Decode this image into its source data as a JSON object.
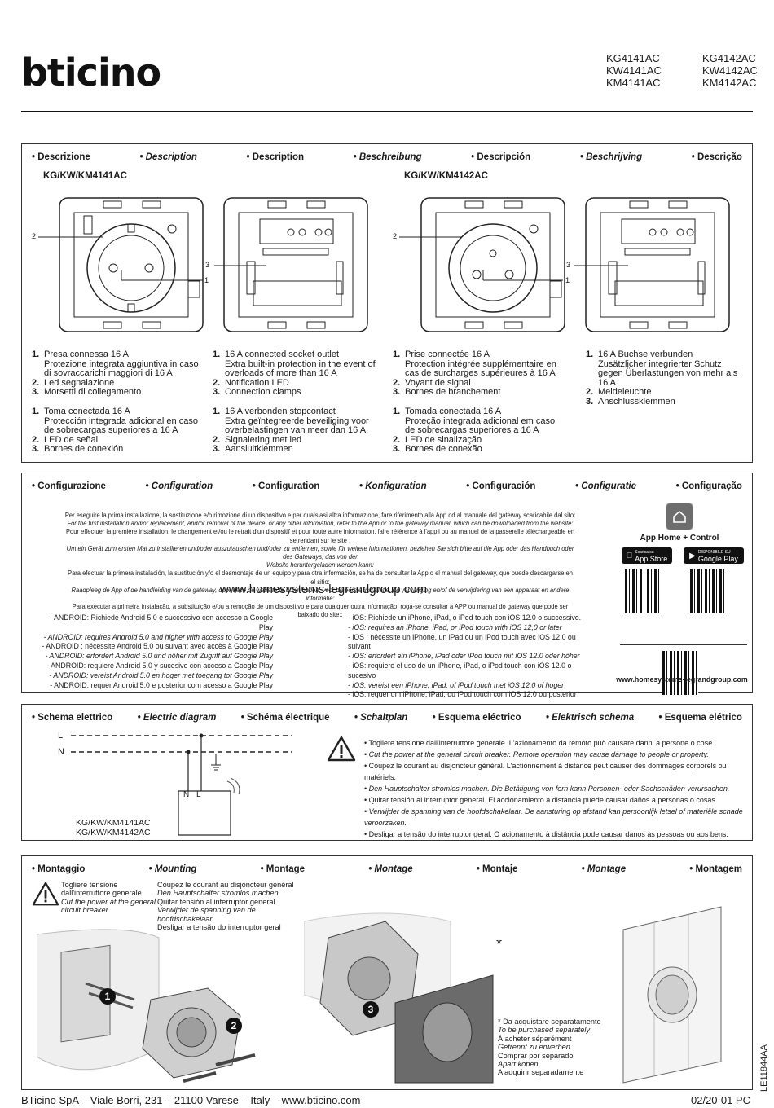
{
  "brand": "bticino",
  "codes": {
    "col1": [
      "KG4141AC",
      "KW4141AC",
      "KM4141AC"
    ],
    "col2": [
      "KG4142AC",
      "KW4142AC",
      "KM4142AC"
    ]
  },
  "description": {
    "langs": [
      "• Descrizione",
      "• Description",
      "• Description",
      "• Beschreibung",
      "• Descripción",
      "• Beschrijving",
      "• Descrição"
    ],
    "product_a": "KG/KW/KM4141AC",
    "product_b": "KG/KW/KM4142AC",
    "callouts": [
      "1",
      "2",
      "3"
    ],
    "lists": [
      [
        {
          "n": "1.",
          "t": "Presa connessa 16 A\nProtezione integrata aggiuntiva in caso di sovraccarichi maggiori di 16 A"
        },
        {
          "n": "2.",
          "t": "Led segnalazione"
        },
        {
          "n": "3.",
          "t": "Morsetti di collegamento"
        }
      ],
      [
        {
          "n": "1.",
          "t": "16 A connected socket outlet\nExtra built-in protection in the event of overloads of more than 16 A"
        },
        {
          "n": "2.",
          "t": "Notification LED"
        },
        {
          "n": "3.",
          "t": "Connection clamps"
        }
      ],
      [
        {
          "n": "1.",
          "t": "Prise connectée 16 A\nProtection intégrée supplémentaire en cas de surcharges supérieures à 16 A"
        },
        {
          "n": "2.",
          "t": "Voyant de signal"
        },
        {
          "n": "3.",
          "t": "Bornes de branchement"
        }
      ],
      [
        {
          "n": "1.",
          "t": "16 A Buchse verbunden\nZusätzlicher integrierter Schutz gegen Überlastungen von mehr als 16 A"
        },
        {
          "n": "2.",
          "t": "Meldeleuchte"
        },
        {
          "n": "3.",
          "t": "Anschlussklemmen"
        }
      ],
      [
        {
          "n": "1.",
          "t": "Toma conectada 16 A\nProtección integrada adicional  en caso de sobrecargas superiores a 16 A"
        },
        {
          "n": "2.",
          "t": "LED de señal"
        },
        {
          "n": "3.",
          "t": "Bornes de conexión"
        }
      ],
      [
        {
          "n": "1.",
          "t": "16 A verbonden stopcontact\nExtra geïntegreerde beveiliging voor overbelastingen van meer dan 16 A."
        },
        {
          "n": "2.",
          "t": "Signalering met led"
        },
        {
          "n": "3.",
          "t": "Aansluitklemmen"
        }
      ],
      [
        {
          "n": "1.",
          "t": "Tomada conectada 16 A\nProteção integrada adicional em caso de sobrecargas superiores a 16 A"
        },
        {
          "n": "2.",
          "t": "LED de sinalização"
        },
        {
          "n": "3.",
          "t": "Bornes de conexão"
        }
      ]
    ]
  },
  "configuration": {
    "langs": [
      "• Configurazione",
      "• Configuration",
      "• Configuration",
      "• Konfiguration",
      "• Configuración",
      "• Configuratie",
      "• Configuração"
    ],
    "lines": [
      {
        "t": "Per eseguire la prima installazione, la sostituzione e/o rimozione di un dispositivo e per qualsiasi altra informazione, fare riferimento alla App od al manuale del gateway scaricabile dal sito:",
        "i": false
      },
      {
        "t": "For the first installation and/or replacement, and/or removal of the device, or any other information, refer to the App or to the gateway manual, which can be downloaded from the website:",
        "i": true
      },
      {
        "t": "Pour effectuer la première installation, le changement et/ou le retrait d'un dispositif et pour toute autre information, faire référence à l'appli ou au manuel de la passerelle téléchargeable en se rendant sur le site :",
        "i": false
      },
      {
        "t": "Um ein Gerät zum ersten Mal zu installieren und/oder auszutauschen und/oder zu entfernen, sowie für weitere Informationen, beziehen Sie sich bitte auf die App oder das Handbuch oder des Gateways, das von der",
        "i": true
      },
      {
        "t": "Website heruntergeladen werden kann:",
        "i": true
      },
      {
        "t": "Para efectuar la primera instalación, la sustitución y/o el desmontaje de un equipo y para otra información, se ha de consultar la App o el manual del gateway, que puede descargarse en el sitio:",
        "i": false
      },
      {
        "t": "Raadpleeg de App of de handleiding van de gateway, door deze de website te downloaden, voor de eerste installatie, de vervanging en/of de verwijdering van een apparaat en andere informatie:",
        "i": true
      },
      {
        "t": "Para executar a primeira instalação, a substituição e/ou a remoção de um dispositivo e para qualquer outra informação, roga-se consultar a APP ou manual do gateway que pode ser baixado do site::",
        "i": false
      }
    ],
    "url": "www.homesystems-legrandgroup.com",
    "android": [
      {
        "t": "- ANDROID: Richiede Android 5.0 e successivo con accesso a Google Play",
        "i": false
      },
      {
        "t": "- ANDROID: requires Android 5.0 and higher with access to Google Play",
        "i": true
      },
      {
        "t": "- ANDROID : nécessite Android 5.0 ou suivant avec accès à Google Play",
        "i": false
      },
      {
        "t": "- ANDROID: erfordert Android 5.0 und höher mit Zugriff auf Google Play",
        "i": true
      },
      {
        "t": "- ANDROID: requiere Android 5.0 y sucesivo con acceso a Google Play",
        "i": false
      },
      {
        "t": "- ANDROID: vereist Android 5.0 en hoger met toegang tot Google Play",
        "i": true
      },
      {
        "t": "- ANDROID: requer Android 5.0 e posterior com acesso a Google Play",
        "i": false
      }
    ],
    "ios": [
      {
        "t": "- iOS: Richiede un iPhone, iPad, o iPod touch con iOS 12.0 o successivo.",
        "i": false
      },
      {
        "t": "- iOS: requires an iPhone, iPad, or iPod touch with iOS 12,0 or later",
        "i": true
      },
      {
        "t": "- iOS : nécessite un iPhone, un iPad ou un iPod touch avec iOS 12.0 ou suivant",
        "i": false
      },
      {
        "t": "- iOS: erfordert ein iPhone, iPad oder iPod touch mit iOS 12.0 oder höher",
        "i": true
      },
      {
        "t": "- iOS: requiere el uso de un iPhone, iPad, o iPod touch con iOS 12.0 o sucesivo",
        "i": false
      },
      {
        "t": "- iOS: vereist een iPhone, iPad, of iPod touch met iOS 12.0 of hoger",
        "i": true
      },
      {
        "t": "- iOS: requer um iPhone, iPad, ou iPod touch com iOS 12.0 ou posterior",
        "i": false
      }
    ],
    "app_name": "App Home + Control",
    "appstore_small": "Scarica su",
    "appstore": "App Store",
    "gplay_small": "DISPONIBILE SU",
    "gplay": "Google Play",
    "url_small": "www.homesystems-legrandgroup.com"
  },
  "diagram": {
    "langs": [
      "• Schema elettrico",
      "• Electric diagram",
      "• Schéma électrique",
      "• Schaltplan",
      "• Esquema eléctrico",
      "• Elektrisch schema",
      "• Esquema elétrico"
    ],
    "L": "L",
    "N": "N",
    "box_n": "N",
    "box_l": "L",
    "model1": "KG/KW/KM4141AC",
    "model2": "KG/KW/KM4142AC",
    "warnings": [
      {
        "t": "• Togliere tensione dall'interruttore generale. L'azionamento da remoto può causare danni a persone o cose.",
        "i": false
      },
      {
        "t": "• Cut the power at the general circuit breaker. Remote operation may cause damage to people or property.",
        "i": true
      },
      {
        "t": "• Coupez le courant au disjoncteur général. L'actionnement à distance peut causer des dommages corporels ou matériels.",
        "i": false
      },
      {
        "t": "• Den Hauptschalter stromlos machen. Die Betätigung von fern kann Personen- oder Sachschäden verursachen.",
        "i": true
      },
      {
        "t": "• Quitar tensión al interruptor general. El accionamiento a distancia puede causar daños a personas o cosas.",
        "i": false
      },
      {
        "t": "• Verwijder de spanning van de hoofdschakelaar. De aansturing op afstand kan persoonlijk letsel of materiële schade veroorzaken.",
        "i": true
      },
      {
        "t": "• Desligar a tensão do interruptor geral. O acionamento à distância pode causar danos às pessoas ou aos bens.",
        "i": false
      }
    ]
  },
  "mounting": {
    "langs": [
      "• Montaggio",
      "• Mounting",
      "• Montage",
      "• Montage",
      "• Montaje",
      "• Montage",
      "• Montagem"
    ],
    "warn_left": [
      {
        "t": "Togliere tensione",
        "i": false
      },
      {
        "t": "dall'interruttore generale",
        "i": false
      },
      {
        "t": "Cut the power at the general",
        "i": true
      },
      {
        "t": "circuit breaker",
        "i": true
      }
    ],
    "warn_right": [
      {
        "t": "Coupez le courant au disjoncteur général",
        "i": false
      },
      {
        "t": "Den Hauptschalter stromlos machen",
        "i": true
      },
      {
        "t": "Quitar tensión al interruptor general",
        "i": false
      },
      {
        "t": "Verwijder de spanning van de",
        "i": true
      },
      {
        "t": "hoofdschakelaar",
        "i": true
      },
      {
        "t": "Desligar a tensão do interruptor geral",
        "i": false
      }
    ],
    "steps": [
      "1",
      "2",
      "3"
    ],
    "asterisk": "*",
    "separate": [
      {
        "t": "* Da acquistare separatamente",
        "i": false
      },
      {
        "t": "To be purchased separately",
        "i": true
      },
      {
        "t": "À acheter séparément",
        "i": false
      },
      {
        "t": "Getrennt zu erwerben",
        "i": true
      },
      {
        "t": "Comprar por separado",
        "i": false
      },
      {
        "t": "Apart kopen",
        "i": true
      },
      {
        "t": "A adquirir separadamente",
        "i": false
      }
    ]
  },
  "side_code": "LE11844AA",
  "footer": {
    "address": "BTicino SpA – Viale Borri, 231 – 21100 Varese – Italy – www.bticino.com",
    "date": "02/20-01 PC"
  }
}
